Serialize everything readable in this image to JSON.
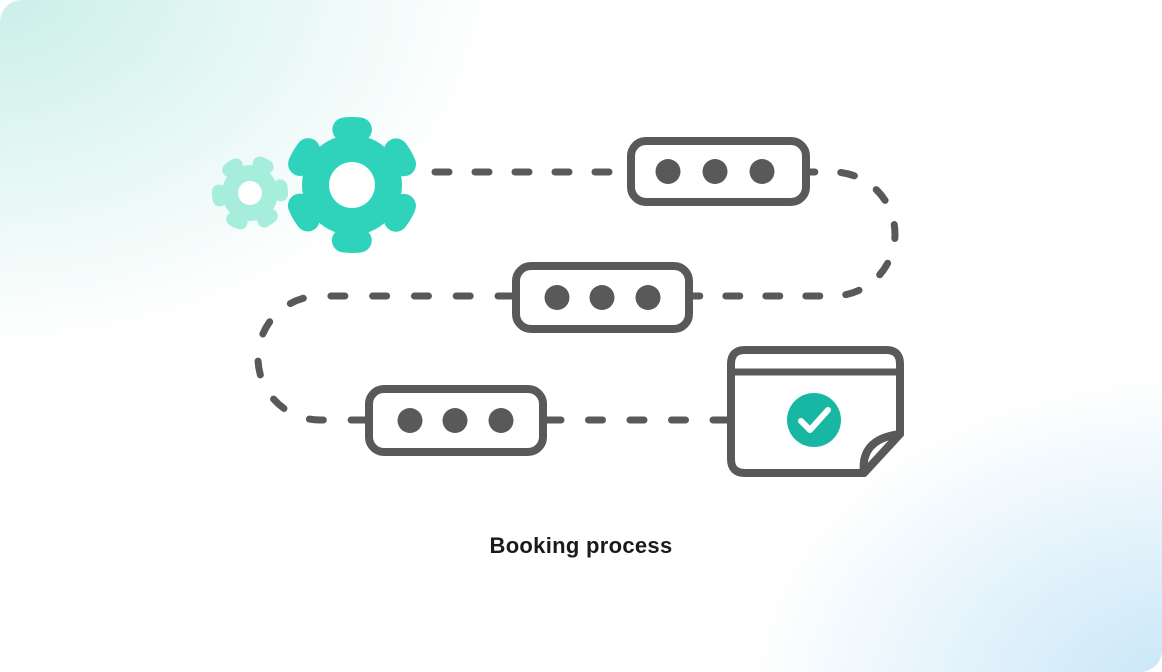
{
  "caption": {
    "text": "Booking process"
  },
  "illustration": {
    "description": "serpentine booking process flow",
    "icons": {
      "gear_large": "gear-icon",
      "gear_small": "gear-icon",
      "result_document": "document-check-icon",
      "result_badge": "checkmark-icon"
    },
    "steps": [
      {
        "name": "step-1",
        "dots": 3
      },
      {
        "name": "step-2",
        "dots": 3
      },
      {
        "name": "step-3",
        "dots": 3
      }
    ]
  },
  "colors": {
    "gear-large": "#2FD3BC",
    "gear-small": "#A7EDDC",
    "stroke": "#595959",
    "badge": "#18B7A4",
    "bg-mint": "#C7EEE7",
    "bg-blue": "#C6E5F7",
    "title": "#1A1A1A",
    "card": "#FFFFFF"
  }
}
